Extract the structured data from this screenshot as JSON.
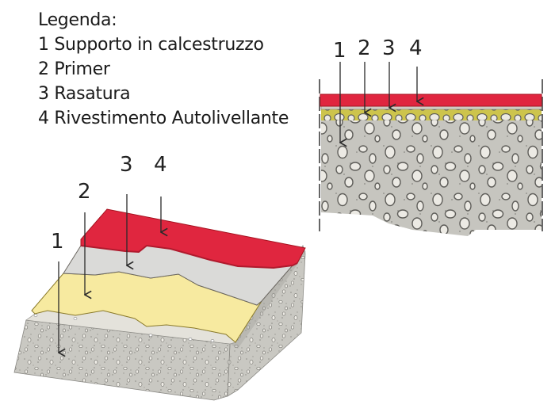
{
  "legend": {
    "title": "Legenda:",
    "items": [
      {
        "number": "1",
        "label": "1 Supporto in calcestruzzo"
      },
      {
        "number": "2",
        "label": "2 Primer"
      },
      {
        "number": "3",
        "label": "3 Rasatura"
      },
      {
        "number": "4",
        "label": "4 Rivestimento Autolivellante"
      }
    ]
  },
  "cross_section": {
    "callouts": [
      "1",
      "2",
      "3",
      "4"
    ]
  },
  "block_3d": {
    "callouts": [
      "1",
      "2",
      "3",
      "4"
    ]
  },
  "colors": {
    "coating": "#e0263f",
    "skim": "#d9d9d7",
    "primer_3d": "#f7eaa0",
    "primer_section": "#c9c24a",
    "concrete": "#c9c8c2",
    "aggregate": "#ece9e2"
  }
}
